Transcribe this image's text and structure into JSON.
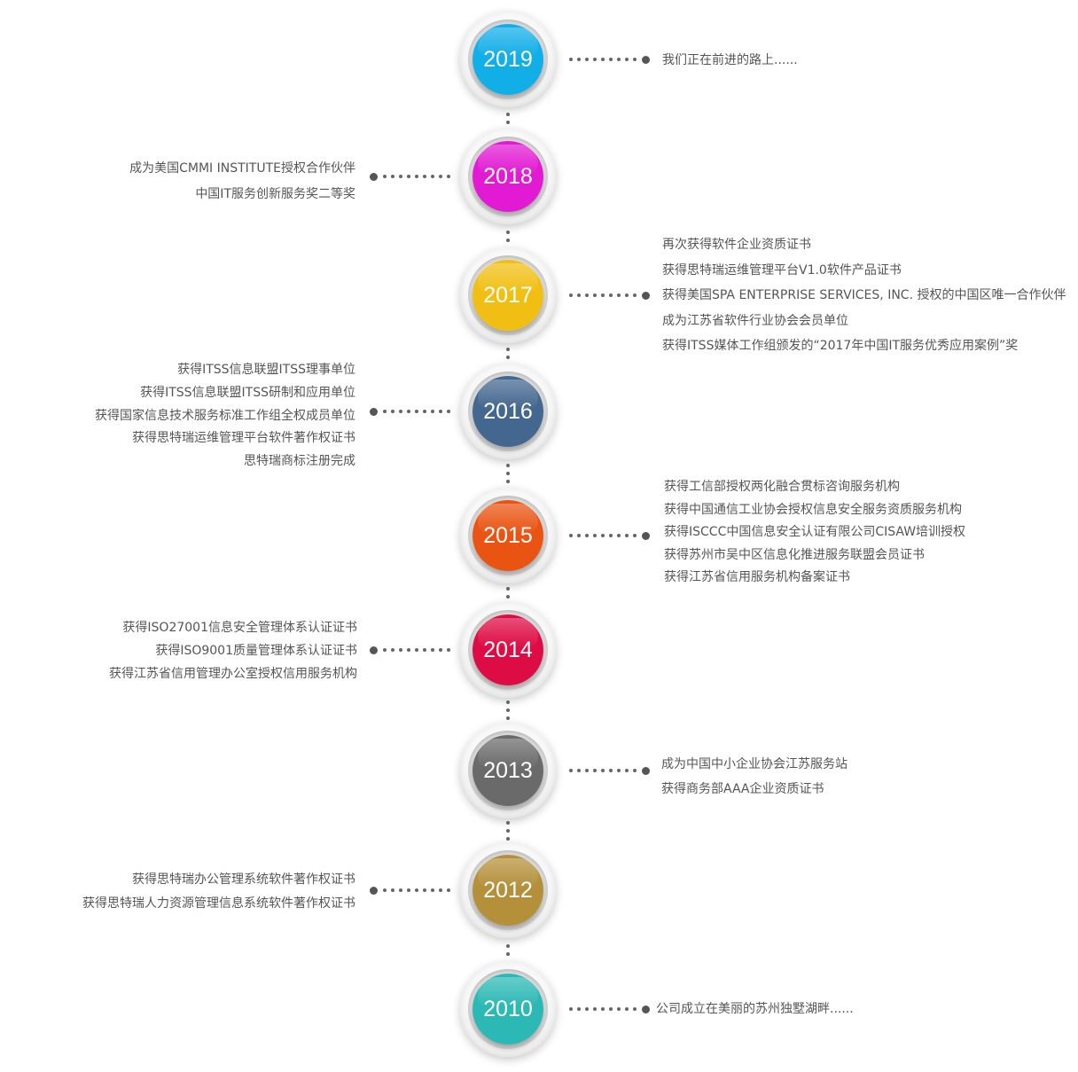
{
  "timeline": [
    {
      "year": "2019",
      "color": "#12aee8",
      "side": "right",
      "events": [
        "我们正在前进的路上......"
      ]
    },
    {
      "year": "2018",
      "color": "#e21ad3",
      "side": "left",
      "events": [
        "成为美国CMMI INSTITUTE授权合作伙伴",
        "中国IT服务创新服务奖二等奖"
      ]
    },
    {
      "year": "2017",
      "color": "#f1bf14",
      "side": "right",
      "events": [
        "再次获得软件企业资质证书",
        "获得思特瑞运维管理平台V1.0软件产品证书",
        "获得美国SPA ENTERPRISE SERVICES, INC. 授权的中国区唯一合作伙伴",
        "成为江苏省软件行业协会会员单位",
        "获得ITSS媒体工作组颁发的“2017年中国IT服务优秀应用案例”奖"
      ]
    },
    {
      "year": "2016",
      "color": "#44678f",
      "side": "left",
      "events": [
        "获得ITSS信息联盟ITSS理事单位",
        "获得ITSS信息联盟ITSS研制和应用单位",
        "获得国家信息技术服务标准工作组全权成员单位",
        "获得思特瑞运维管理平台软件著作权证书",
        "思特瑞商标注册完成"
      ]
    },
    {
      "year": "2015",
      "color": "#ea5413",
      "side": "right",
      "events": [
        "获得工信部授权两化融合贯标咨询服务机构",
        "获得中国通信工业协会授权信息安全服务资质服务机构",
        "获得ISCCC中国信息安全认证有限公司CISAW培训授权",
        "获得苏州市吴中区信息化推进服务联盟会员证书",
        "获得江苏省信用服务机构备案证书"
      ]
    },
    {
      "year": "2014",
      "color": "#de0c45",
      "side": "left",
      "events": [
        "获得ISO27001信息安全管理体系认证证书",
        "获得ISO9001质量管理体系认证证书",
        "获得江苏省信用管理办公室授权信用服务机构"
      ]
    },
    {
      "year": "2013",
      "color": "#6a6a6a",
      "side": "right",
      "events": [
        "成为中国中小企业协会江苏服务站",
        "获得商务部AAA企业资质证书"
      ]
    },
    {
      "year": "2012",
      "color": "#b4903a",
      "side": "left",
      "events": [
        "获得思特瑞办公管理系统软件著作权证书",
        "获得思特瑞人力资源管理信息系统软件著作权证书"
      ]
    },
    {
      "year": "2010",
      "color": "#2cb8b4",
      "side": "right",
      "events": [
        "公司成立在美丽的苏州独墅湖畔......"
      ]
    }
  ]
}
